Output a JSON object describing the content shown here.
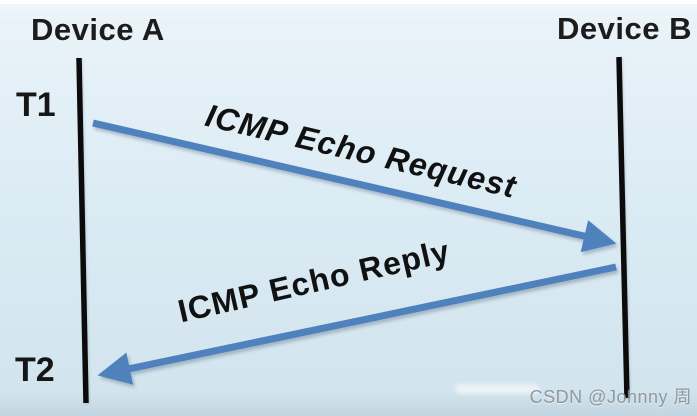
{
  "diagram": {
    "type": "sequence",
    "actors": [
      {
        "name": "Device A"
      },
      {
        "name": "Device B"
      }
    ],
    "timestamps": [
      {
        "label": "T1"
      },
      {
        "label": "T2"
      }
    ],
    "messages": [
      {
        "label": "ICMP Echo Request",
        "from": "Device A",
        "to": "Device B"
      },
      {
        "label": "ICMP Echo Reply",
        "from": "Device B",
        "to": "Device A"
      }
    ],
    "colors": {
      "background": "#dcecf5",
      "arrow": "#4f81bd",
      "lifeline": "#0b0b0b",
      "label_text": "#1c1c1c",
      "watermark_text": "#80898f"
    }
  },
  "watermark": {
    "text": "CSDN @Johnny 周"
  }
}
